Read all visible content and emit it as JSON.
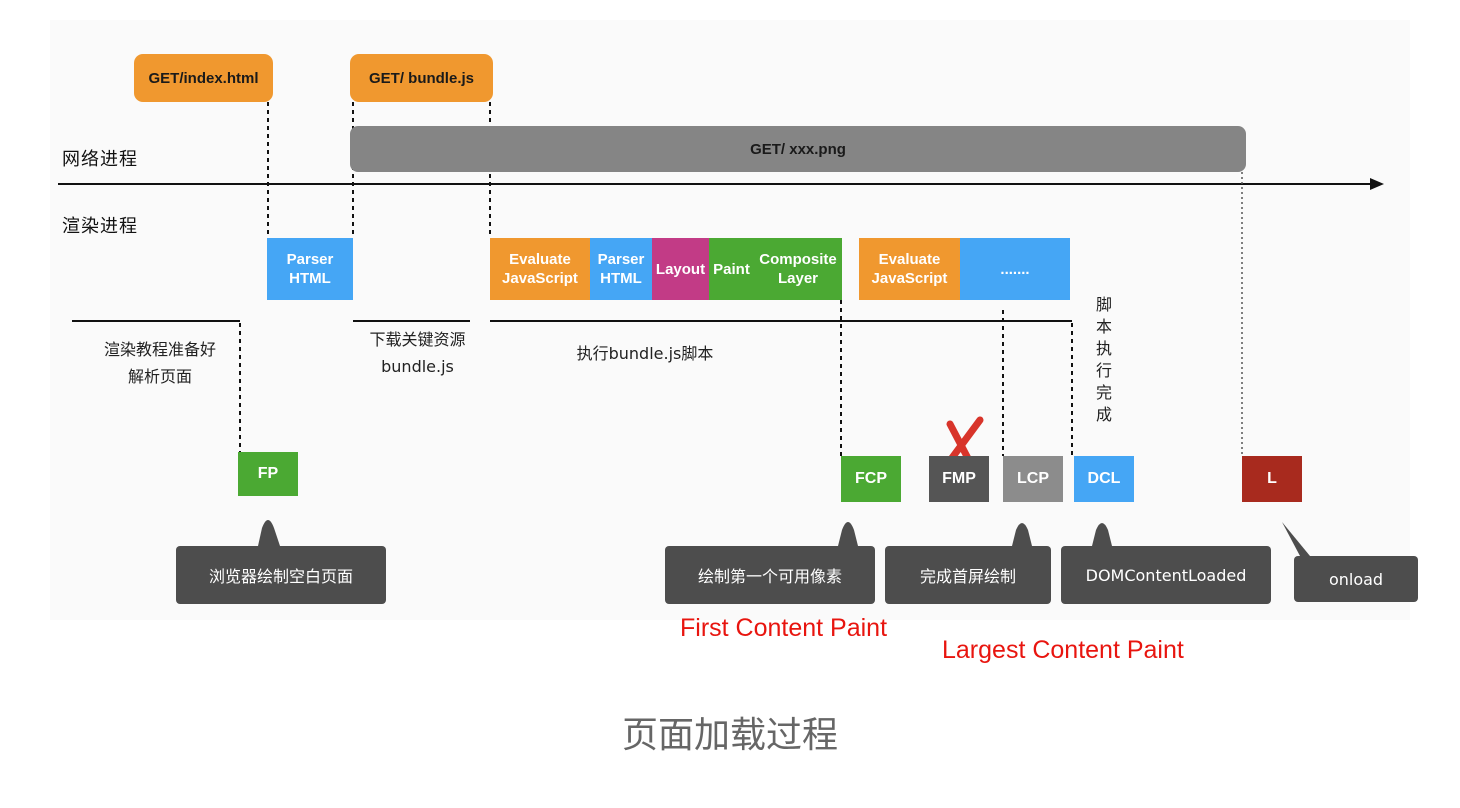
{
  "requests": {
    "index": "GET/index.html",
    "bundle": "GET/ bundle.js",
    "image": "GET/ xxx.png"
  },
  "process_labels": {
    "network": "网络进程",
    "render": "渲染进程"
  },
  "render_blocks": [
    {
      "label": "Parser\nHTML",
      "color": "#45a6f5"
    },
    {
      "label": "Evaluate\nJavaScript",
      "color": "#f0982f"
    },
    {
      "label": "Parser\nHTML",
      "color": "#45a6f5"
    },
    {
      "label": "Layout",
      "color": "#c23b86"
    },
    {
      "label": "Paint",
      "color": "#4ba933"
    },
    {
      "label": "Composite\nLayer",
      "color": "#4ba933"
    },
    {
      "label": "Evaluate\nJavaScript",
      "color": "#f0982f"
    },
    {
      "label": ".......",
      "color": "#45a6f5"
    }
  ],
  "phase_notes": {
    "prepare": "渲染教程准备好\n解析页面",
    "download": "下载关键资源\nbundle.js",
    "execute": "执行bundle.js脚本",
    "script_done": "脚\n本\n执\n行\n完\n成"
  },
  "metrics": {
    "fp": {
      "label": "FP",
      "color": "#4ba933"
    },
    "fcp": {
      "label": "FCP",
      "color": "#4ba933"
    },
    "fmp": {
      "label": "FMP",
      "color": "#555555"
    },
    "lcp": {
      "label": "LCP",
      "color": "#8c8c8c"
    },
    "dcl": {
      "label": "DCL",
      "color": "#45a6f5"
    },
    "l": {
      "label": "L",
      "color": "#a82a1e"
    }
  },
  "callouts": {
    "fp": "浏览器绘制空白页面",
    "fcp": "绘制第一个可用像素",
    "lcp": "完成首屏绘制",
    "dcl": "DOMContentLoaded",
    "onload": "onload"
  },
  "annotations": {
    "fcp_full": "First Content Paint",
    "lcp_full": "Largest Content Paint"
  },
  "caption": "页面加载过程",
  "colors": {
    "orange": "#f0982f",
    "blue": "#45a6f5",
    "green": "#4ba933",
    "magenta": "#c23b86",
    "dark_gray": "#555555",
    "gray": "#8c8c8c",
    "dark_red": "#a82a1e",
    "red_text": "#e8150f",
    "bubble": "#4d4d4d",
    "network_bar": "#858585"
  }
}
